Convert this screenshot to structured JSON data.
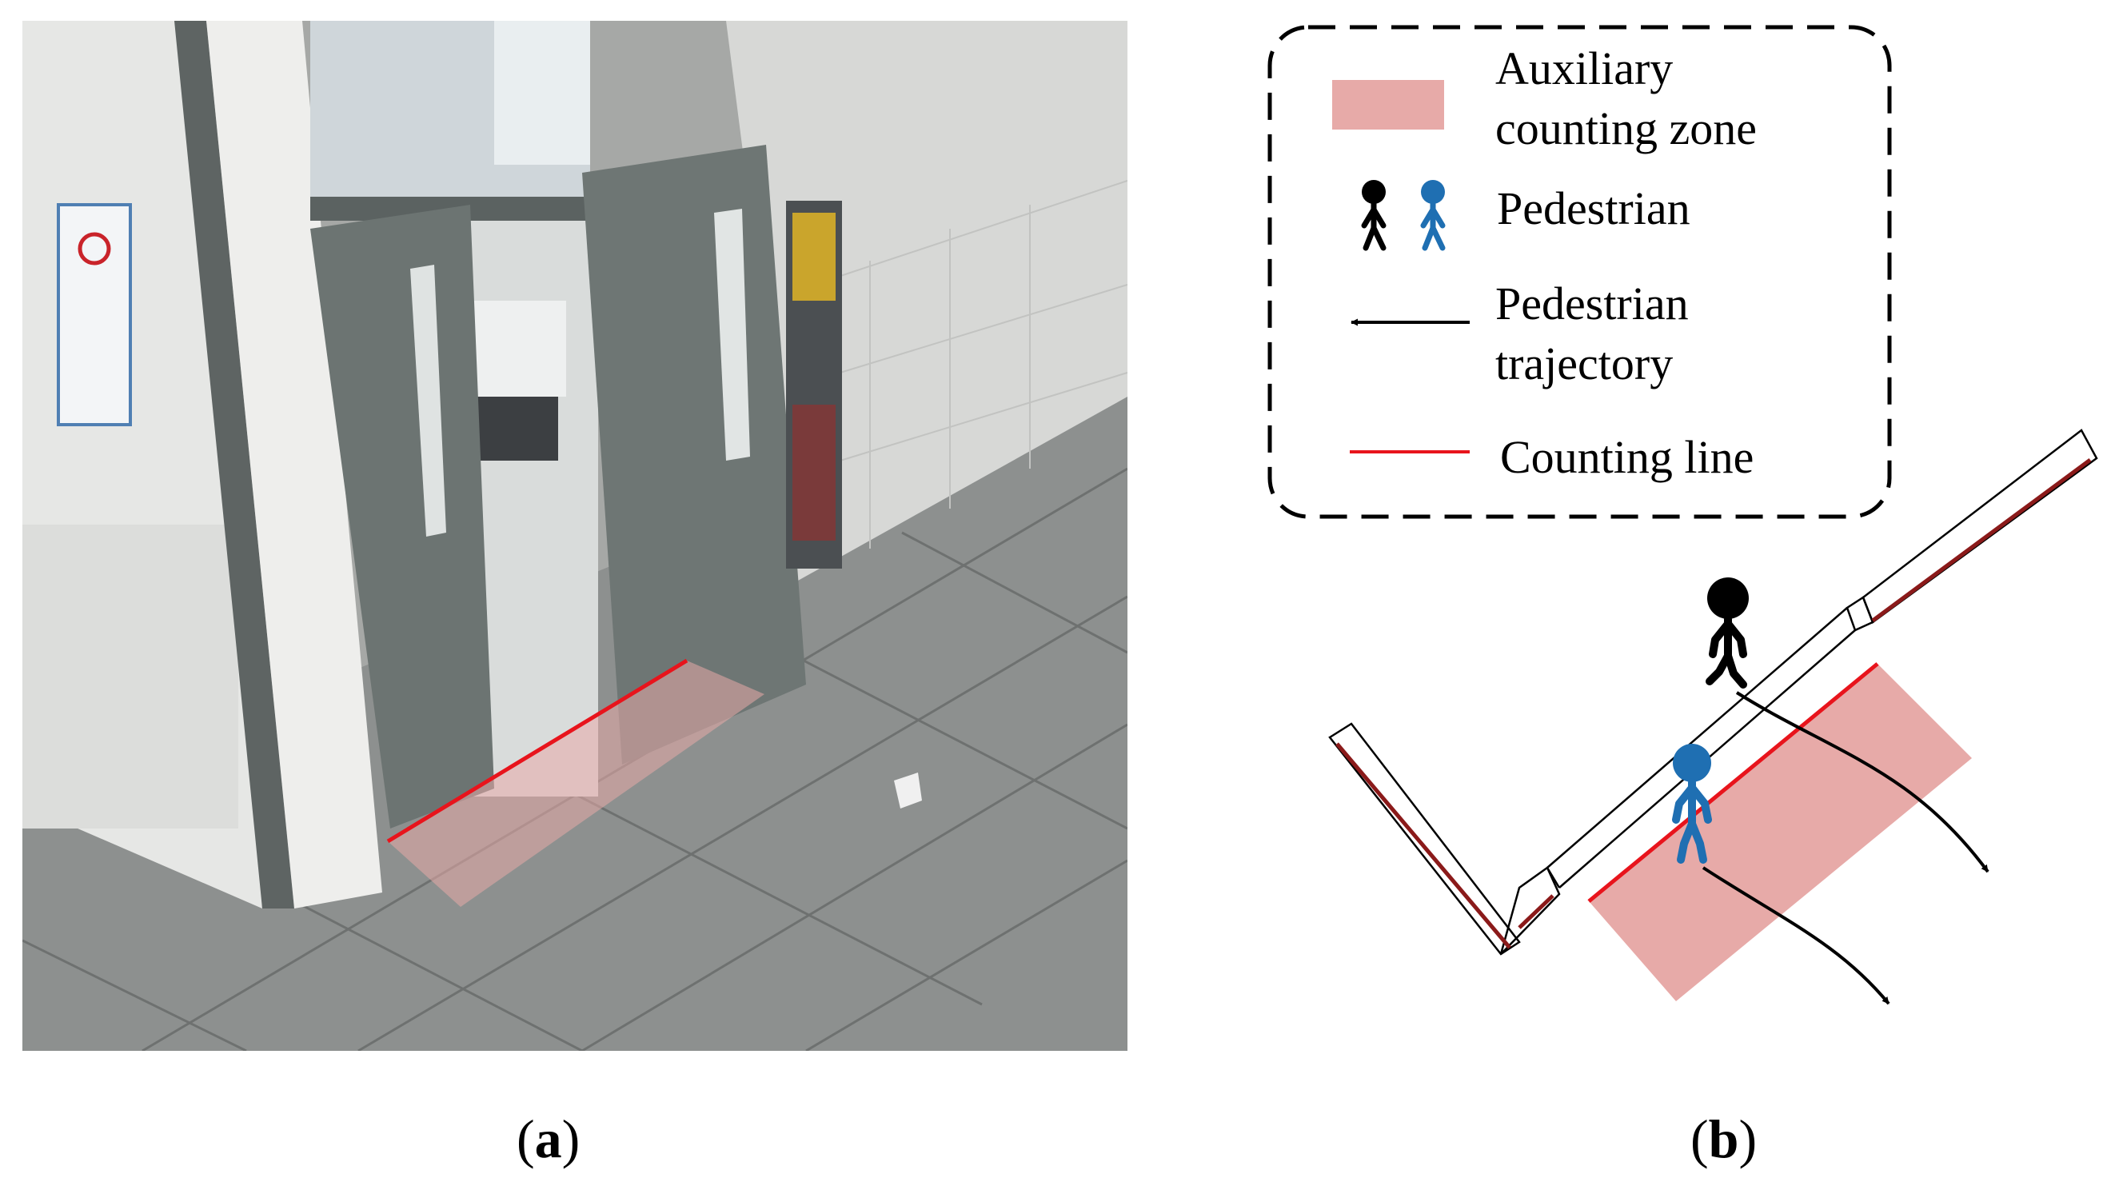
{
  "legend": {
    "zone_label_line1": "Auxiliary",
    "zone_label_line2": "counting zone",
    "pedestrian_label": "Pedestrian",
    "trajectory_label_line1": "Pedestrian",
    "trajectory_label_line2": "trajectory",
    "counting_line_label": "Counting line"
  },
  "captions": {
    "a_open": "(",
    "a_letter": "a",
    "a_close": ")",
    "b_open": "(",
    "b_letter": "b",
    "b_close": ")"
  },
  "colors": {
    "zone_fill": "#e7aaa8",
    "counting_line": "#e8141c",
    "pedestrian_black": "#000000",
    "pedestrian_blue": "#1f6fb2",
    "wall_outline": "#000000",
    "wall_inner_line": "#8b1a1a"
  }
}
